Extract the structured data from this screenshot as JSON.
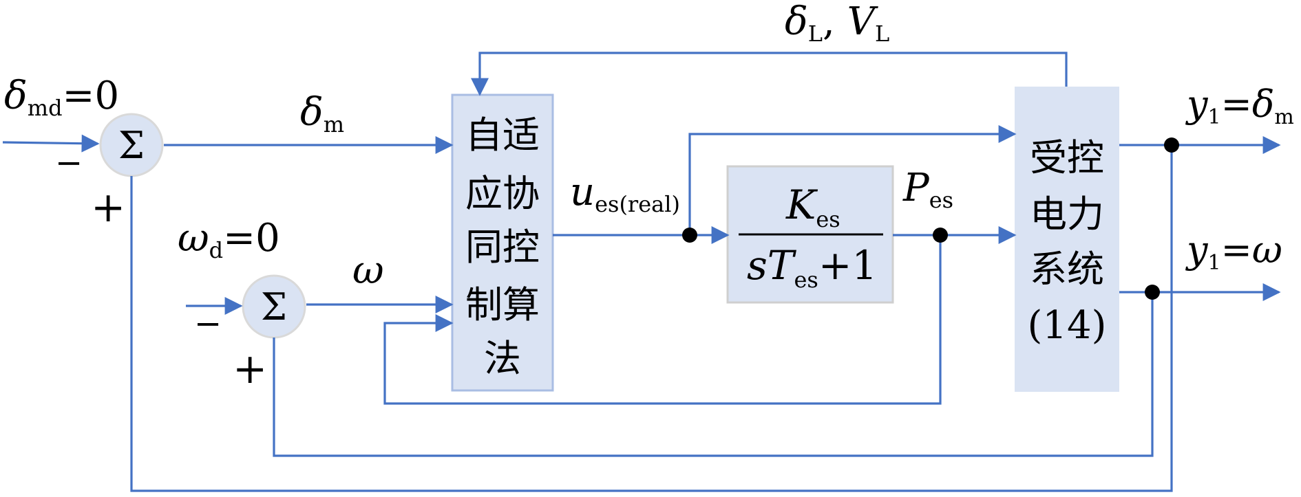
{
  "colors": {
    "wire": "#4472c4",
    "block_fill": "#dae3f3",
    "dot": "#000000"
  },
  "labels": {
    "delta_md": {
      "sym": "δ",
      "sub": "md",
      "eq": "=0"
    },
    "delta_m": {
      "sym": "δ",
      "sub": "m"
    },
    "omega_d": {
      "sym": "ω",
      "sub": "d",
      "eq": "=0"
    },
    "omega": "ω",
    "delta_L_V_L": {
      "sym1": "δ",
      "sub1": "L",
      "sep": ", ",
      "sym2": "V",
      "sub2": "L"
    },
    "u_es": {
      "sym": "u",
      "sub": "es(real)"
    },
    "P_es": {
      "sym": "P",
      "sub": "es"
    },
    "y1_delta": {
      "sym": "y",
      "sub": "1",
      "eq": "=",
      "sym2": "δ",
      "sub2": "m"
    },
    "y1_omega": {
      "sym": "y",
      "sub": "1",
      "eq": "=",
      "sym2": "ω"
    },
    "minus": "−",
    "plus": "+"
  },
  "summer_symbol": "Σ",
  "adaptive_block": {
    "lines": [
      "自适",
      "应协",
      "同控",
      "制算",
      "法"
    ]
  },
  "transfer_block": {
    "num": {
      "sym": "K",
      "sub": "es"
    },
    "den": {
      "s": "s",
      "T": "T",
      "sub": "es",
      "rest": "+1"
    }
  },
  "plant_block": {
    "lines": [
      "受控",
      "电力",
      "系统",
      "(14)"
    ]
  }
}
